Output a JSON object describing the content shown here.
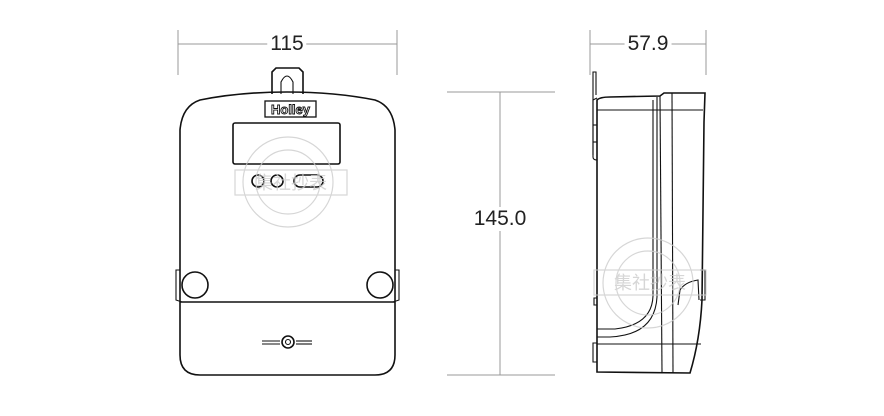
{
  "dimensions": {
    "width": "115",
    "depth": "57.9",
    "height": "145.0"
  },
  "brand": "Holley",
  "watermark": {
    "url": "www.jicheyun.com",
    "name": "集社抄表"
  },
  "colors": {
    "line": "#111111",
    "dimension_line": "#999999",
    "watermark": "#cccccc"
  }
}
